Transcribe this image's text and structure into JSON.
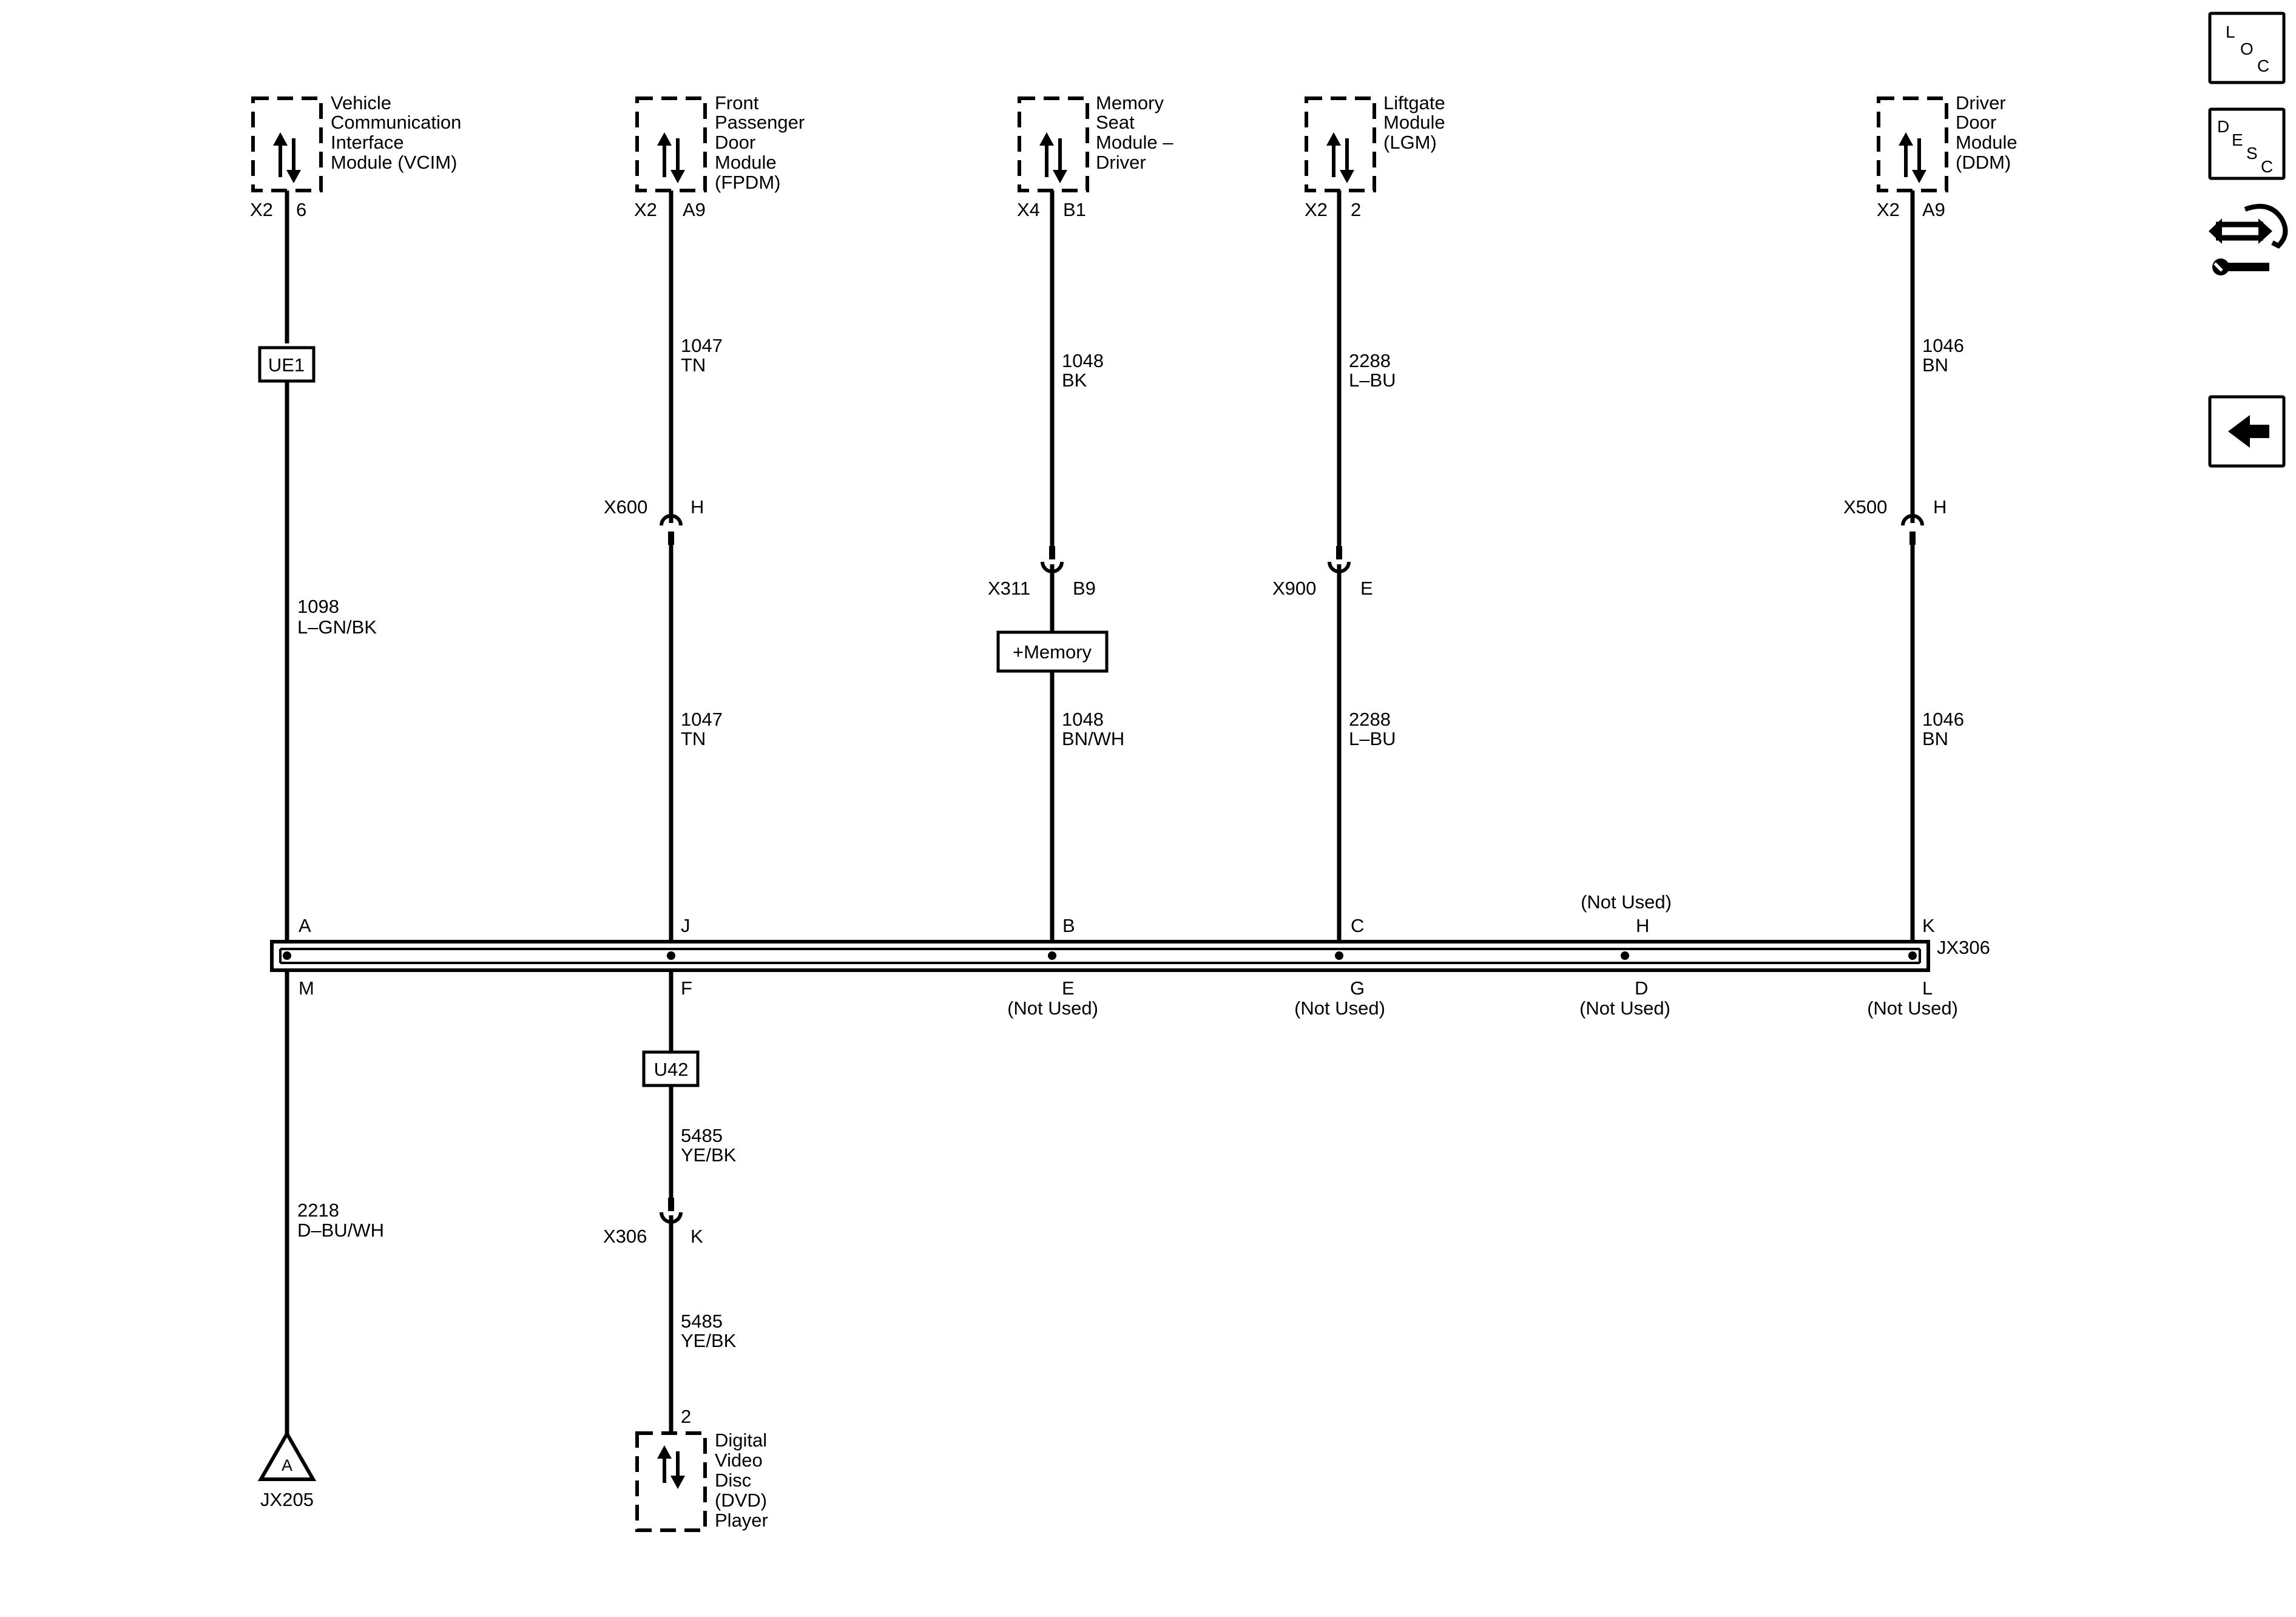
{
  "modules": [
    {
      "id": "vcim",
      "lines": [
        "Vehicle",
        "Communication",
        "Interface",
        "Module (VCIM)"
      ],
      "connector": "X2",
      "pin": "6"
    },
    {
      "id": "fpdm",
      "lines": [
        "Front",
        "Passenger",
        "Door",
        "Module",
        "(FPDM)"
      ],
      "connector": "X2",
      "pin": "A9"
    },
    {
      "id": "msm",
      "lines": [
        "Memory",
        "Seat",
        "Module –",
        "Driver"
      ],
      "connector": "X4",
      "pin": "B1"
    },
    {
      "id": "lgm",
      "lines": [
        "Liftgate",
        "Module",
        "(LGM)"
      ],
      "connector": "X2",
      "pin": "2"
    },
    {
      "id": "ddm",
      "lines": [
        "Driver",
        "Door",
        "Module",
        "(DDM)"
      ],
      "connector": "X2",
      "pin": "A9"
    }
  ],
  "dvd": {
    "lines": [
      "Digital",
      "Video",
      "Disc",
      "(DVD)",
      "Player"
    ],
    "pin": "2"
  },
  "option_boxes": {
    "ue1": "UE1",
    "memory": "+Memory",
    "u42": "U42"
  },
  "wires": {
    "vcim_upper": [
      "1098",
      "L–GN/BK"
    ],
    "vcim_lower": [
      "2218",
      "D–BU/WH"
    ],
    "fpdm_upper": [
      "1047",
      "TN"
    ],
    "fpdm_mid": [
      "1047",
      "TN"
    ],
    "fpdm_lower1": [
      "5485",
      "YE/BK"
    ],
    "fpdm_lower2": [
      "5485",
      "YE/BK"
    ],
    "msm_upper": [
      "1048",
      "BK"
    ],
    "msm_lower": [
      "1048",
      "BN/WH"
    ],
    "lgm_upper": [
      "2288",
      "L–BU"
    ],
    "lgm_lower": [
      "2288",
      "L–BU"
    ],
    "ddm_upper": [
      "1046",
      "BN"
    ],
    "ddm_lower": [
      "1046",
      "BN"
    ]
  },
  "inline_connectors": {
    "x600": {
      "name": "X600",
      "pin": "H"
    },
    "x311": {
      "name": "X311",
      "pin": "B9"
    },
    "x900": {
      "name": "X900",
      "pin": "E"
    },
    "x500": {
      "name": "X500",
      "pin": "H"
    },
    "x306": {
      "name": "X306",
      "pin": "K"
    }
  },
  "splice": {
    "name": "JX306",
    "top_pins": [
      "A",
      "J",
      "B",
      "C",
      "H",
      "K"
    ],
    "bottom_pins": [
      "M",
      "F",
      "E",
      "G",
      "D",
      "L"
    ],
    "not_used": "(Not Used)"
  },
  "ground_ref": {
    "letter": "A",
    "name": "JX205"
  },
  "sidebar": {
    "loc": [
      "L",
      "O",
      "C"
    ],
    "desc": [
      "D",
      "E",
      "S",
      "C"
    ]
  }
}
